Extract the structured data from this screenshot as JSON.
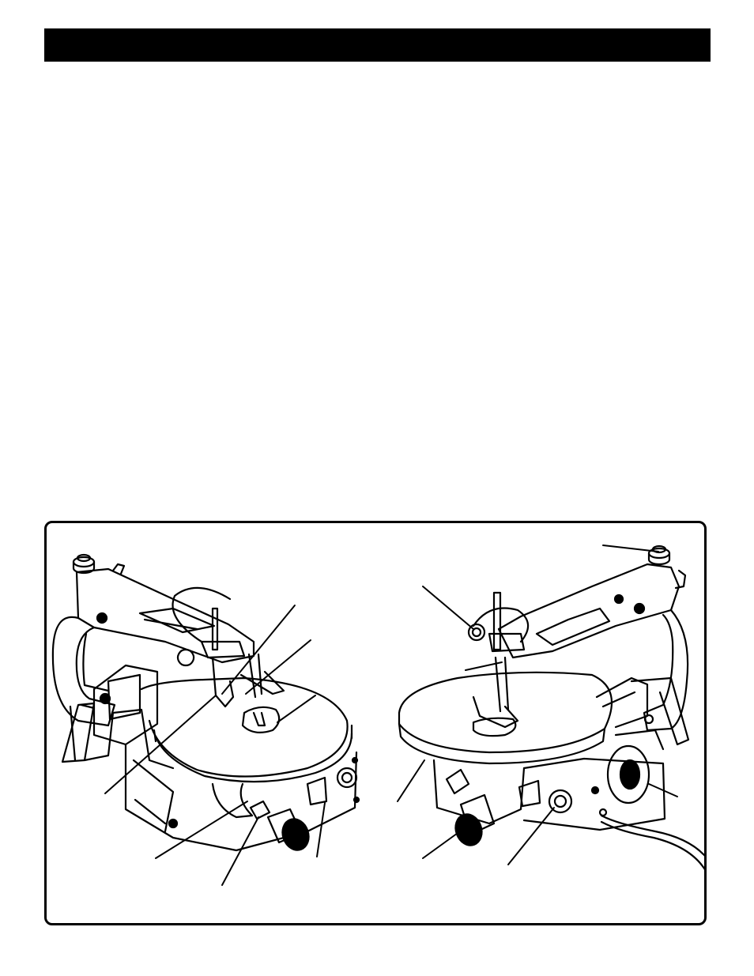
{
  "page": {
    "header_bar_color": "#000000",
    "figure": {
      "left_view": "scroll-saw-left-view",
      "right_view": "scroll-saw-right-view",
      "left_callout_count": 7,
      "right_callout_count": 7
    }
  }
}
